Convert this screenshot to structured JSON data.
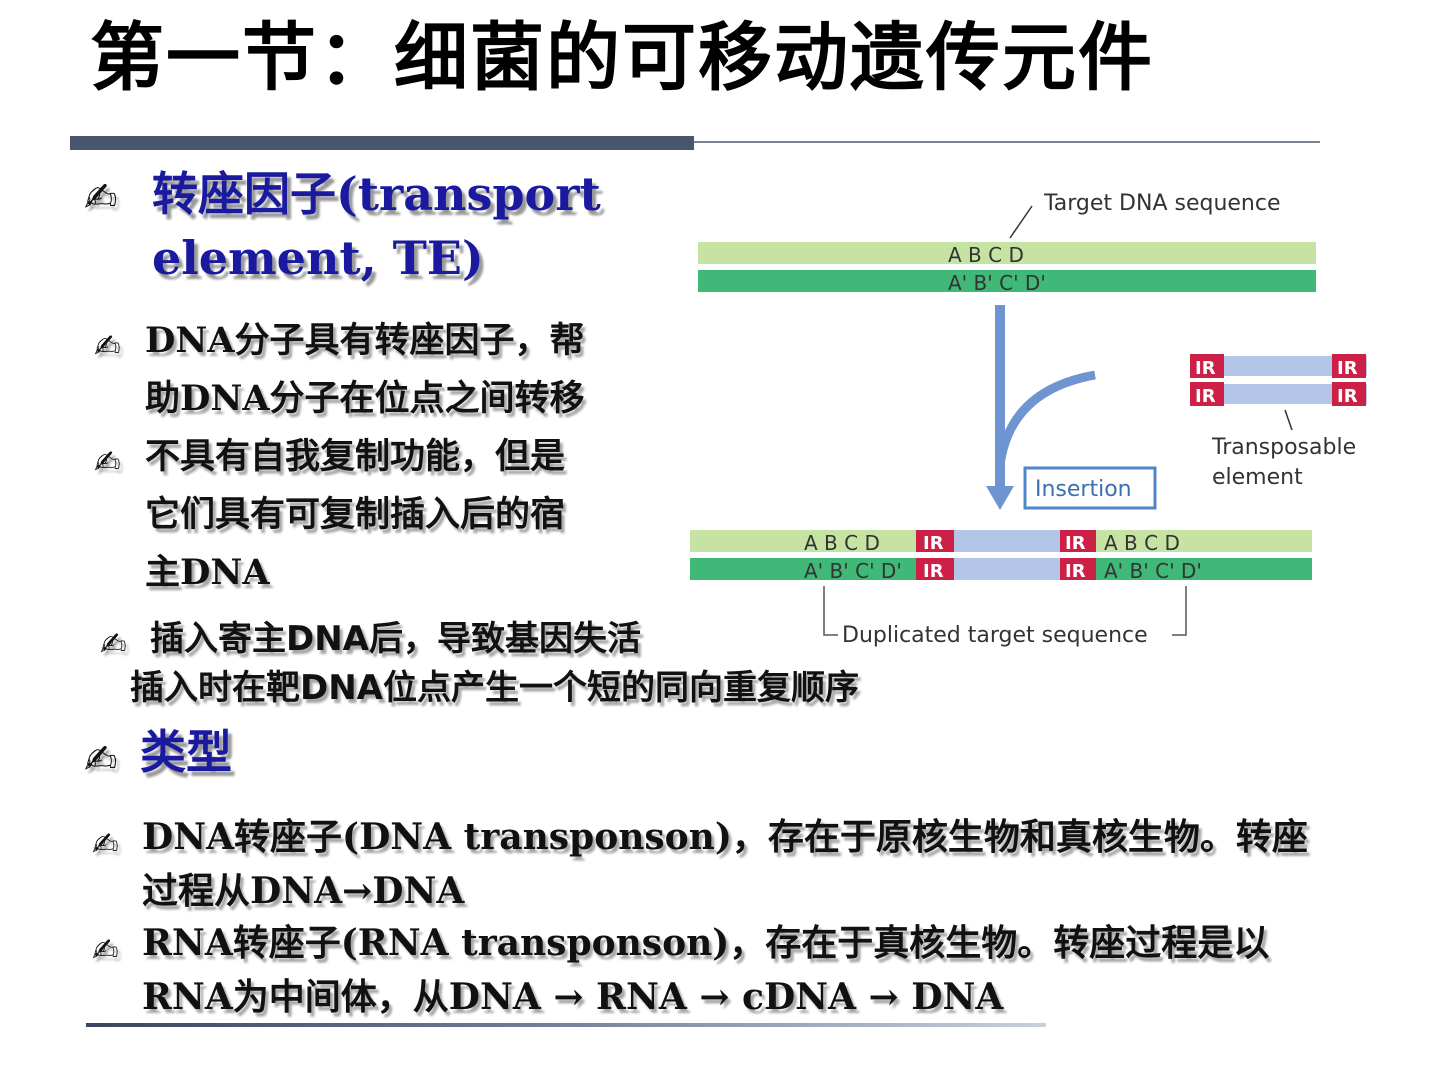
{
  "title": "第一节：细菌的可移动遗传元件",
  "bullet_glyph": "✍",
  "section1": {
    "heading_line1": "转座因子(transport",
    "heading_line2": "element, TE)",
    "items": [
      {
        "line1": "DNA分子具有转座因子，帮",
        "line2": "助DNA分子在位点之间转移"
      },
      {
        "line1": "不具有自我复制功能，但是",
        "line2": "它们具有可复制插入后的宿",
        "line3": "主DNA"
      }
    ],
    "note_line1": "插入寄主DNA后，导致基因失活",
    "note_line2": "插入时在靶DNA位点产生一个短的同向重复顺序"
  },
  "section2": {
    "heading": "类型",
    "items": [
      {
        "line1": "DNA转座子(DNA transponson)，存在于原核生物和真核生物。转座",
        "line2": "过程从DNA→DNA"
      },
      {
        "line1": "RNA转座子(RNA transponson)，存在于真核生物。转座过程是以",
        "line2": "RNA为中间体，从DNA → RNA → cDNA → DNA"
      }
    ]
  },
  "diagram": {
    "target_label": "Target DNA sequence",
    "top_strand": "A B C D",
    "bottom_strand": "A' B' C' D'",
    "ir_label": "IR",
    "transposable_label_line1": "Transposable",
    "transposable_label_line2": "element",
    "insertion_label": "Insertion",
    "left_top": "A B C D",
    "left_bottom": "A' B' C' D'",
    "right_top": "A B C D",
    "right_bottom": "A' B' C' D'",
    "duplicated_label": "Duplicated target sequence",
    "colors": {
      "light_green": "#c6e3a4",
      "dark_green": "#40b978",
      "ir_red": "#cc2047",
      "te_blue": "#b4c6e8",
      "arrow_blue": "#6e94d2",
      "insertion_border": "#4f86c6"
    }
  }
}
